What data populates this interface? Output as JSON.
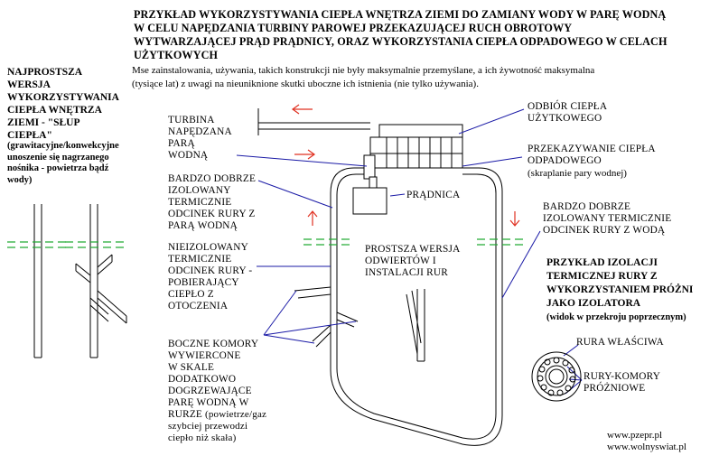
{
  "title": "PRZYKŁAD WYKORZYSTYWANIA CIEPŁA WNĘTRZA ZIEMI DO ZAMIANY WODY W PARĘ WODNĄ\nW CELU NAPĘDZANIA TURBINY PAROWEJ PRZEKAZUJĄCEJ RUCH OBROTOWY\nWYTWARZAJĄCEJ PRĄD PRĄDNICY, ORAZ WYKORZYSTANIA CIEPŁA ODPADOWEGO W CELACH\nUŻYTKOWYCH",
  "subtitle": "Mse zainstalowania, używania, takich konstrukcji nie były maksymalnie przemyślane, a ich żywotność maksymalna\n(tysiące lat) z uwagi na nieuniknione skutki uboczne ich istnienia (nie tylko używania).",
  "left_column": {
    "title": "NAJPROSTSZA\nWERSJA\nWYKORZYSTYWANIA\nCIEPŁA WNĘTRZA\nZIEMI - \"SŁUP\nCIEPŁA\"",
    "note": "(grawitacyjne/konwekcyjne\nunoszenie się nagrzanego\nnośnika - powietrza bądź\nwody)"
  },
  "labels": {
    "turbine": "TURBINA\nNAPĘDZANA\nPARĄ\nWODNĄ",
    "insulated_steam": "BARDZO DOBRZE\nIZOLOWANY\nTERMICZNIE\nODCINEK RURY Z\nPARĄ WODNĄ",
    "uninsulated": "NIEIZOLOWANY\nTERMICZNIE\nODCINEK RURY -\nPOBIERAJĄCY\nCIEPŁO Z\nOTOCZENIA",
    "side_chambers": "BOCZNE KOMORY\nWYWIERCONE\nW SKALE\nDODATKOWO\nDOGRZEWAJĄCE\nPARĘ WODNĄ W\nRURZE",
    "side_chambers_note": " (powietrze/gaz\nszybciej przewodzi\nciepło niż skała)",
    "generator": "PRĄDNICA",
    "simple_version": "PROSTSZA WERSJA\nODWIERTÓW I\nINSTALACJI RUR",
    "heat_pickup": "ODBIÓR CIEPŁA\nUŻYTKOWEGO",
    "waste_heat": "PRZEKAZYWANIE CIEPŁA\nODPADOWEGO",
    "condensation": "(skraplanie pary wodnej)",
    "insulated_water": "BARDZO DOBRZE\nIZOLOWANY TERMICZNIE\nODCINEK RURY Z WODĄ",
    "insulation_example": "PRZYKŁAD IZOLACJI\nTERMICZNEJ RURY Z\nWYKORZYSTANIEM PRÓŻNI\nJAKO IZOLATORA",
    "cross_section": "(widok w przekroju poprzecznym)",
    "proper_pipe": "RURA WŁAŚCIWA",
    "vacuum_chambers": "RURY-KOMORY\nPRÓŻNIOWE"
  },
  "credits": {
    "site1": "www.pzepr.pl",
    "site2": "www.wolnyswiat.pl"
  },
  "colors": {
    "line": "#000000",
    "leader": "#1a1aa6",
    "green": "#22aa33",
    "arrow_red": "#e03020"
  }
}
